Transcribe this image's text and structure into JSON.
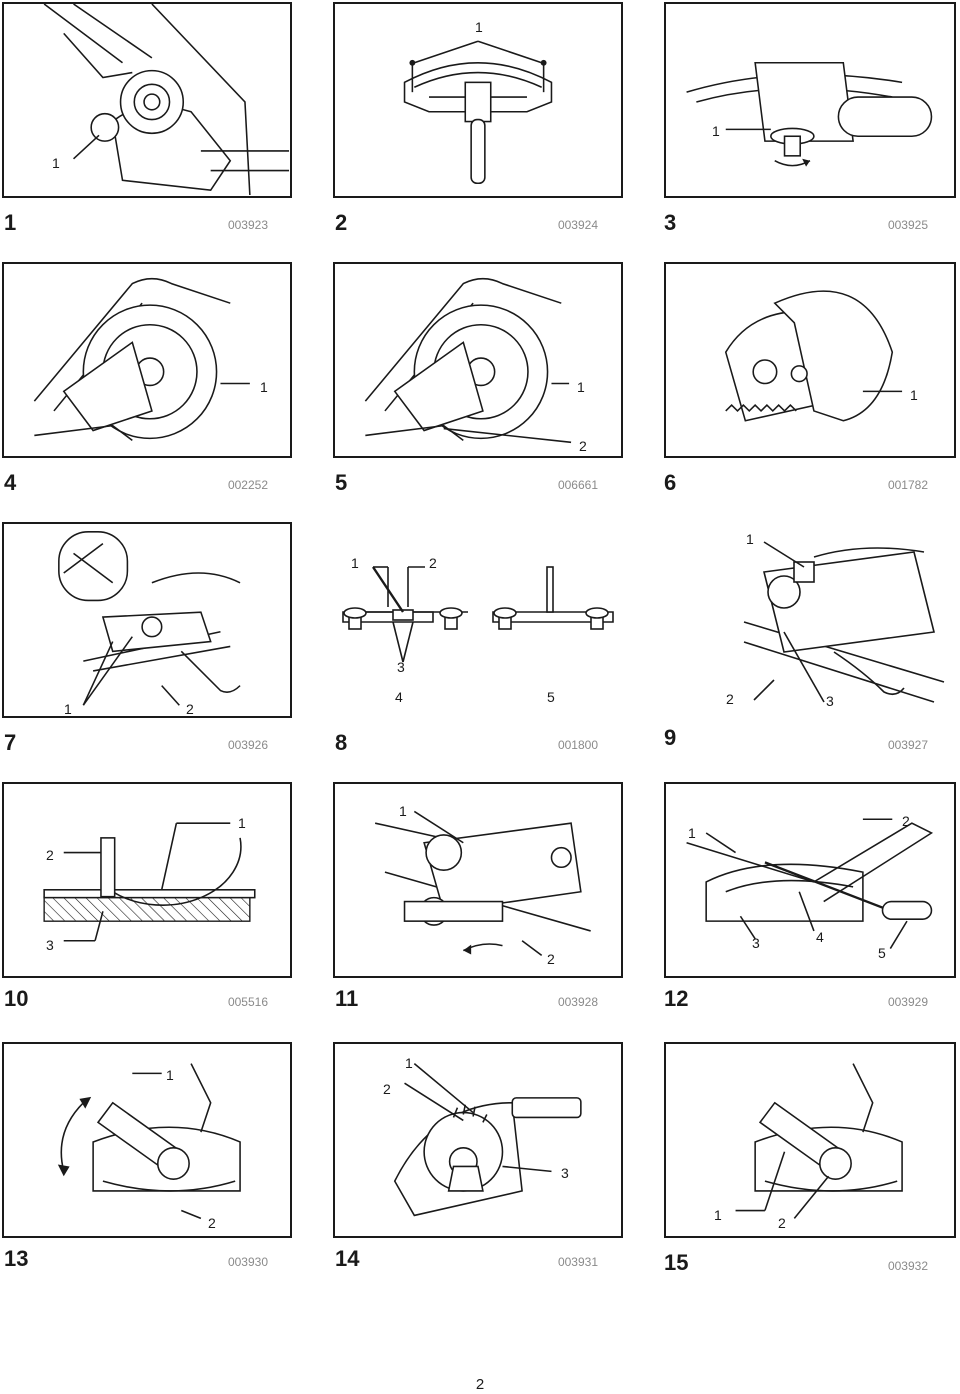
{
  "page_number": "2",
  "figures": [
    {
      "number": "1",
      "code": "003923",
      "callouts": [
        "1"
      ]
    },
    {
      "number": "2",
      "code": "003924",
      "callouts": [
        "1"
      ]
    },
    {
      "number": "3",
      "code": "003925",
      "callouts": [
        "1"
      ]
    },
    {
      "number": "4",
      "code": "002252",
      "callouts": [
        "1"
      ]
    },
    {
      "number": "5",
      "code": "006661",
      "callouts": [
        "1",
        "2"
      ]
    },
    {
      "number": "6",
      "code": "001782",
      "callouts": [
        "1"
      ]
    },
    {
      "number": "7",
      "code": "003926",
      "callouts": [
        "1",
        "2"
      ]
    },
    {
      "number": "8",
      "code": "001800",
      "callouts": [
        "1",
        "2",
        "3",
        "4",
        "5"
      ]
    },
    {
      "number": "9",
      "code": "003927",
      "callouts": [
        "1",
        "2",
        "3"
      ]
    },
    {
      "number": "10",
      "code": "005516",
      "callouts": [
        "1",
        "2",
        "3"
      ]
    },
    {
      "number": "11",
      "code": "003928",
      "callouts": [
        "1",
        "2"
      ]
    },
    {
      "number": "12",
      "code": "003929",
      "callouts": [
        "1",
        "2",
        "3",
        "4",
        "5"
      ]
    },
    {
      "number": "13",
      "code": "003930",
      "callouts": [
        "1",
        "2"
      ]
    },
    {
      "number": "14",
      "code": "003931",
      "callouts": [
        "1",
        "2",
        "3"
      ]
    },
    {
      "number": "15",
      "code": "003932",
      "callouts": [
        "1",
        "2"
      ]
    }
  ]
}
